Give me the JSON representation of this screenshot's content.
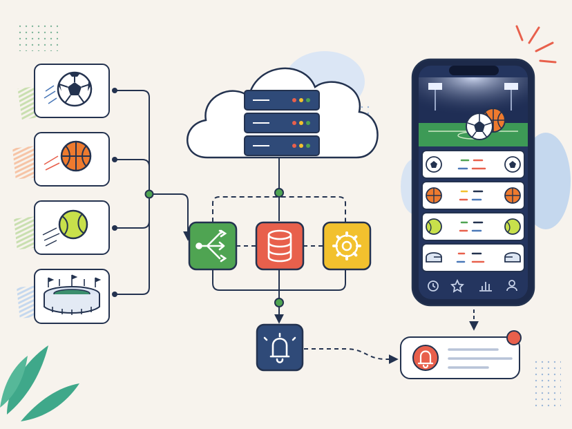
{
  "diagram": {
    "sources": [
      {
        "id": "soccer",
        "icon": "soccer-ball-icon"
      },
      {
        "id": "basketball",
        "icon": "basketball-icon"
      },
      {
        "id": "tennis",
        "icon": "tennis-ball-icon"
      },
      {
        "id": "stadium",
        "icon": "stadium-icon"
      }
    ],
    "cloud": {
      "icon": "server-stack-icon",
      "server_units": 3
    },
    "processing": [
      {
        "id": "distribute",
        "icon": "split-arrows-icon",
        "color": "#4fa452"
      },
      {
        "id": "database",
        "icon": "database-icon",
        "color": "#e8604c"
      },
      {
        "id": "settings",
        "icon": "gear-icon",
        "color": "#f2c12e"
      }
    ],
    "notification_hub": {
      "icon": "bell-icon",
      "color": "#2f4a78"
    },
    "phone": {
      "hero": "stadium-with-balls",
      "score_rows": [
        {
          "sport": "soccer",
          "left_icon": "soccer-ball-icon",
          "right_icon": "soccer-ball-icon",
          "dash_colors": [
            "#4fa452",
            "#e8604c"
          ]
        },
        {
          "sport": "basketball",
          "left_icon": "basketball-icon",
          "right_icon": "basketball-icon",
          "dash_colors": [
            "#f2c12e",
            "#e8604c"
          ]
        },
        {
          "sport": "tennis",
          "left_icon": "tennis-ball-icon",
          "right_icon": "tennis-ball-icon",
          "dash_colors": [
            "#4fa452",
            "#e8604c"
          ]
        },
        {
          "sport": "racing",
          "left_icon": "helmet-icon",
          "right_icon": "helmet-icon",
          "dash_colors": [
            "#e8604c",
            "#4a78b8"
          ]
        }
      ],
      "tabs": [
        "clock-icon",
        "star-icon",
        "bar-chart-icon",
        "user-icon"
      ]
    },
    "notification_card": {
      "icon": "bell-icon",
      "badge_color": "#e8604c"
    },
    "colors": {
      "navy": "#23324f",
      "green": "#4fa452",
      "red": "#e8604c",
      "yellow": "#f2c12e",
      "orange": "#ee7a2e"
    }
  }
}
